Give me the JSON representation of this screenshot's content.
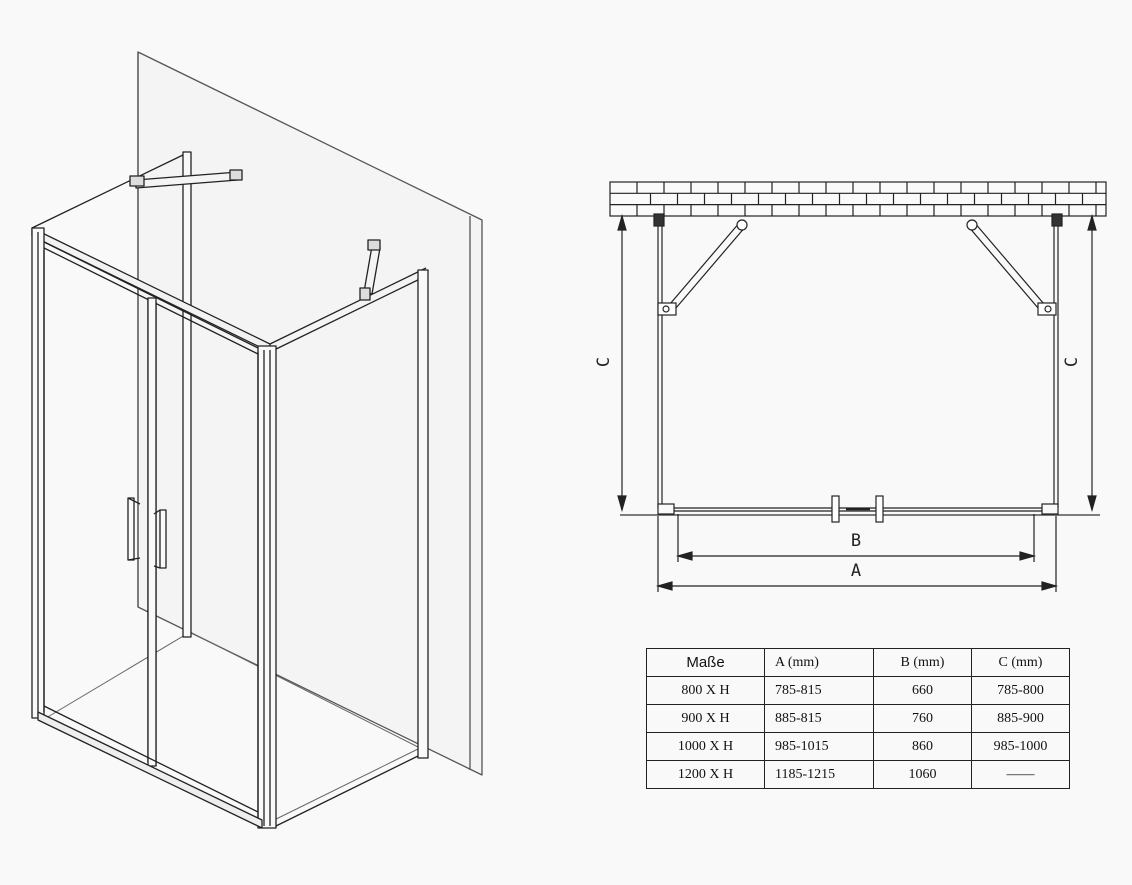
{
  "plan": {
    "label_c_left": "C",
    "label_c_right": "C",
    "label_b": "B",
    "label_a": "A"
  },
  "table": {
    "headers": [
      "Maße",
      "A (mm)",
      "B (mm)",
      "C (mm)"
    ],
    "rows": [
      [
        "800 X H",
        "785-815",
        "660",
        "785-800"
      ],
      [
        "900 X H",
        "885-815",
        "760",
        "885-900"
      ],
      [
        "1000 X H",
        "985-1015",
        "860",
        "985-1000"
      ],
      [
        "1200 X H",
        "1185-1215",
        "1060",
        "——"
      ]
    ]
  }
}
